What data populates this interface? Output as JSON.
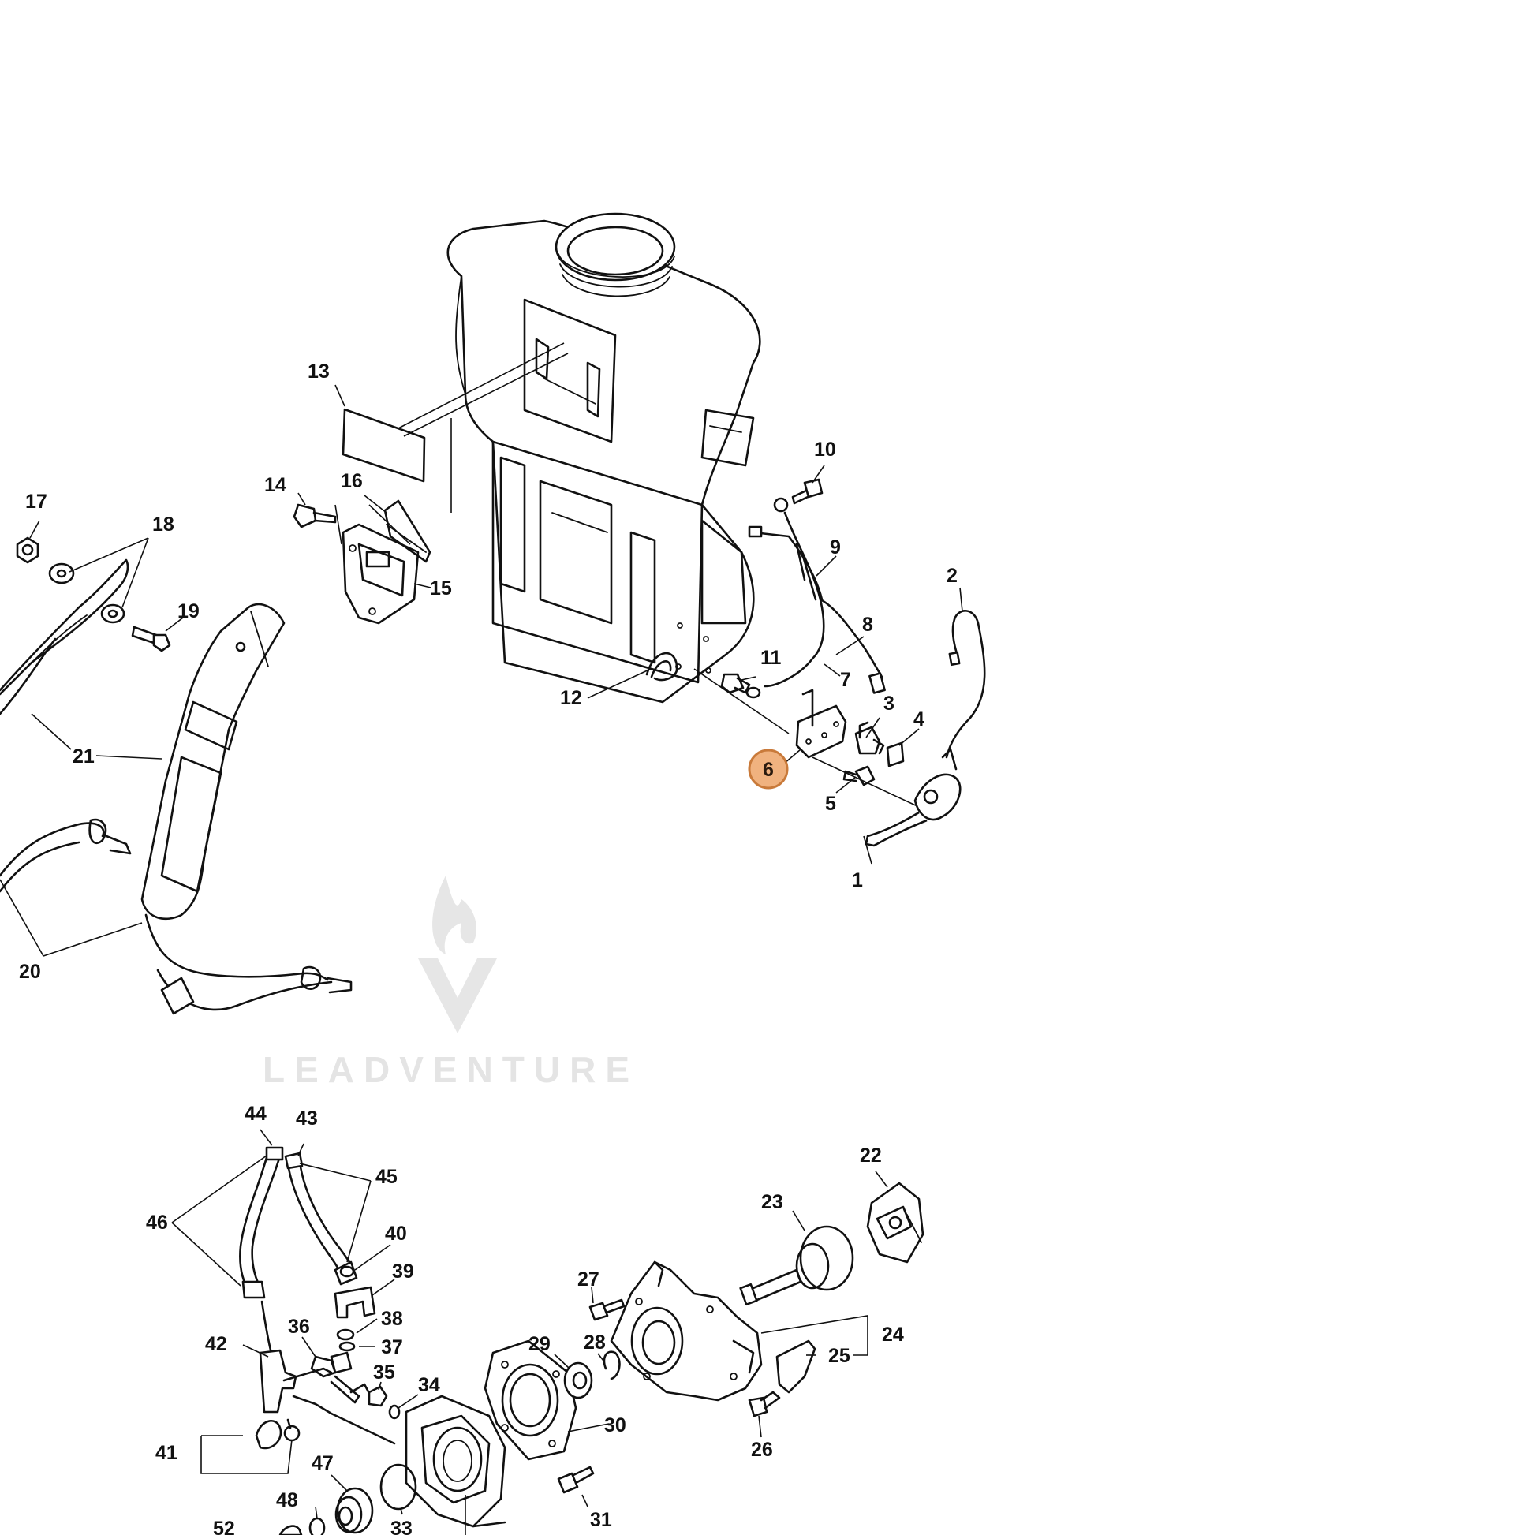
{
  "watermark": {
    "text": "LEADVENTURE"
  },
  "highlight": {
    "label": "6",
    "color": "#f0b27f"
  },
  "callouts": [
    {
      "id": "1",
      "label": "1"
    },
    {
      "id": "2",
      "label": "2"
    },
    {
      "id": "3",
      "label": "3"
    },
    {
      "id": "4",
      "label": "4"
    },
    {
      "id": "5",
      "label": "5"
    },
    {
      "id": "7",
      "label": "7"
    },
    {
      "id": "8",
      "label": "8"
    },
    {
      "id": "9",
      "label": "9"
    },
    {
      "id": "10",
      "label": "10"
    },
    {
      "id": "11",
      "label": "11"
    },
    {
      "id": "12",
      "label": "12"
    },
    {
      "id": "13",
      "label": "13"
    },
    {
      "id": "14",
      "label": "14"
    },
    {
      "id": "15",
      "label": "15"
    },
    {
      "id": "16",
      "label": "16"
    },
    {
      "id": "17",
      "label": "17"
    },
    {
      "id": "18",
      "label": "18"
    },
    {
      "id": "19",
      "label": "19"
    },
    {
      "id": "20",
      "label": "20"
    },
    {
      "id": "21",
      "label": "21"
    },
    {
      "id": "22",
      "label": "22"
    },
    {
      "id": "23",
      "label": "23"
    },
    {
      "id": "24",
      "label": "24"
    },
    {
      "id": "25",
      "label": "25"
    },
    {
      "id": "26",
      "label": "26"
    },
    {
      "id": "27",
      "label": "27"
    },
    {
      "id": "28",
      "label": "28"
    },
    {
      "id": "29",
      "label": "29"
    },
    {
      "id": "30",
      "label": "30"
    },
    {
      "id": "31",
      "label": "31"
    },
    {
      "id": "33",
      "label": "33"
    },
    {
      "id": "34",
      "label": "34"
    },
    {
      "id": "35",
      "label": "35"
    },
    {
      "id": "36",
      "label": "36"
    },
    {
      "id": "37",
      "label": "37"
    },
    {
      "id": "38",
      "label": "38"
    },
    {
      "id": "39",
      "label": "39"
    },
    {
      "id": "40",
      "label": "40"
    },
    {
      "id": "41",
      "label": "41"
    },
    {
      "id": "42",
      "label": "42"
    },
    {
      "id": "43",
      "label": "43"
    },
    {
      "id": "44",
      "label": "44"
    },
    {
      "id": "45",
      "label": "45"
    },
    {
      "id": "46",
      "label": "46"
    },
    {
      "id": "47",
      "label": "47"
    },
    {
      "id": "48",
      "label": "48"
    },
    {
      "id": "52",
      "label": "52"
    }
  ]
}
